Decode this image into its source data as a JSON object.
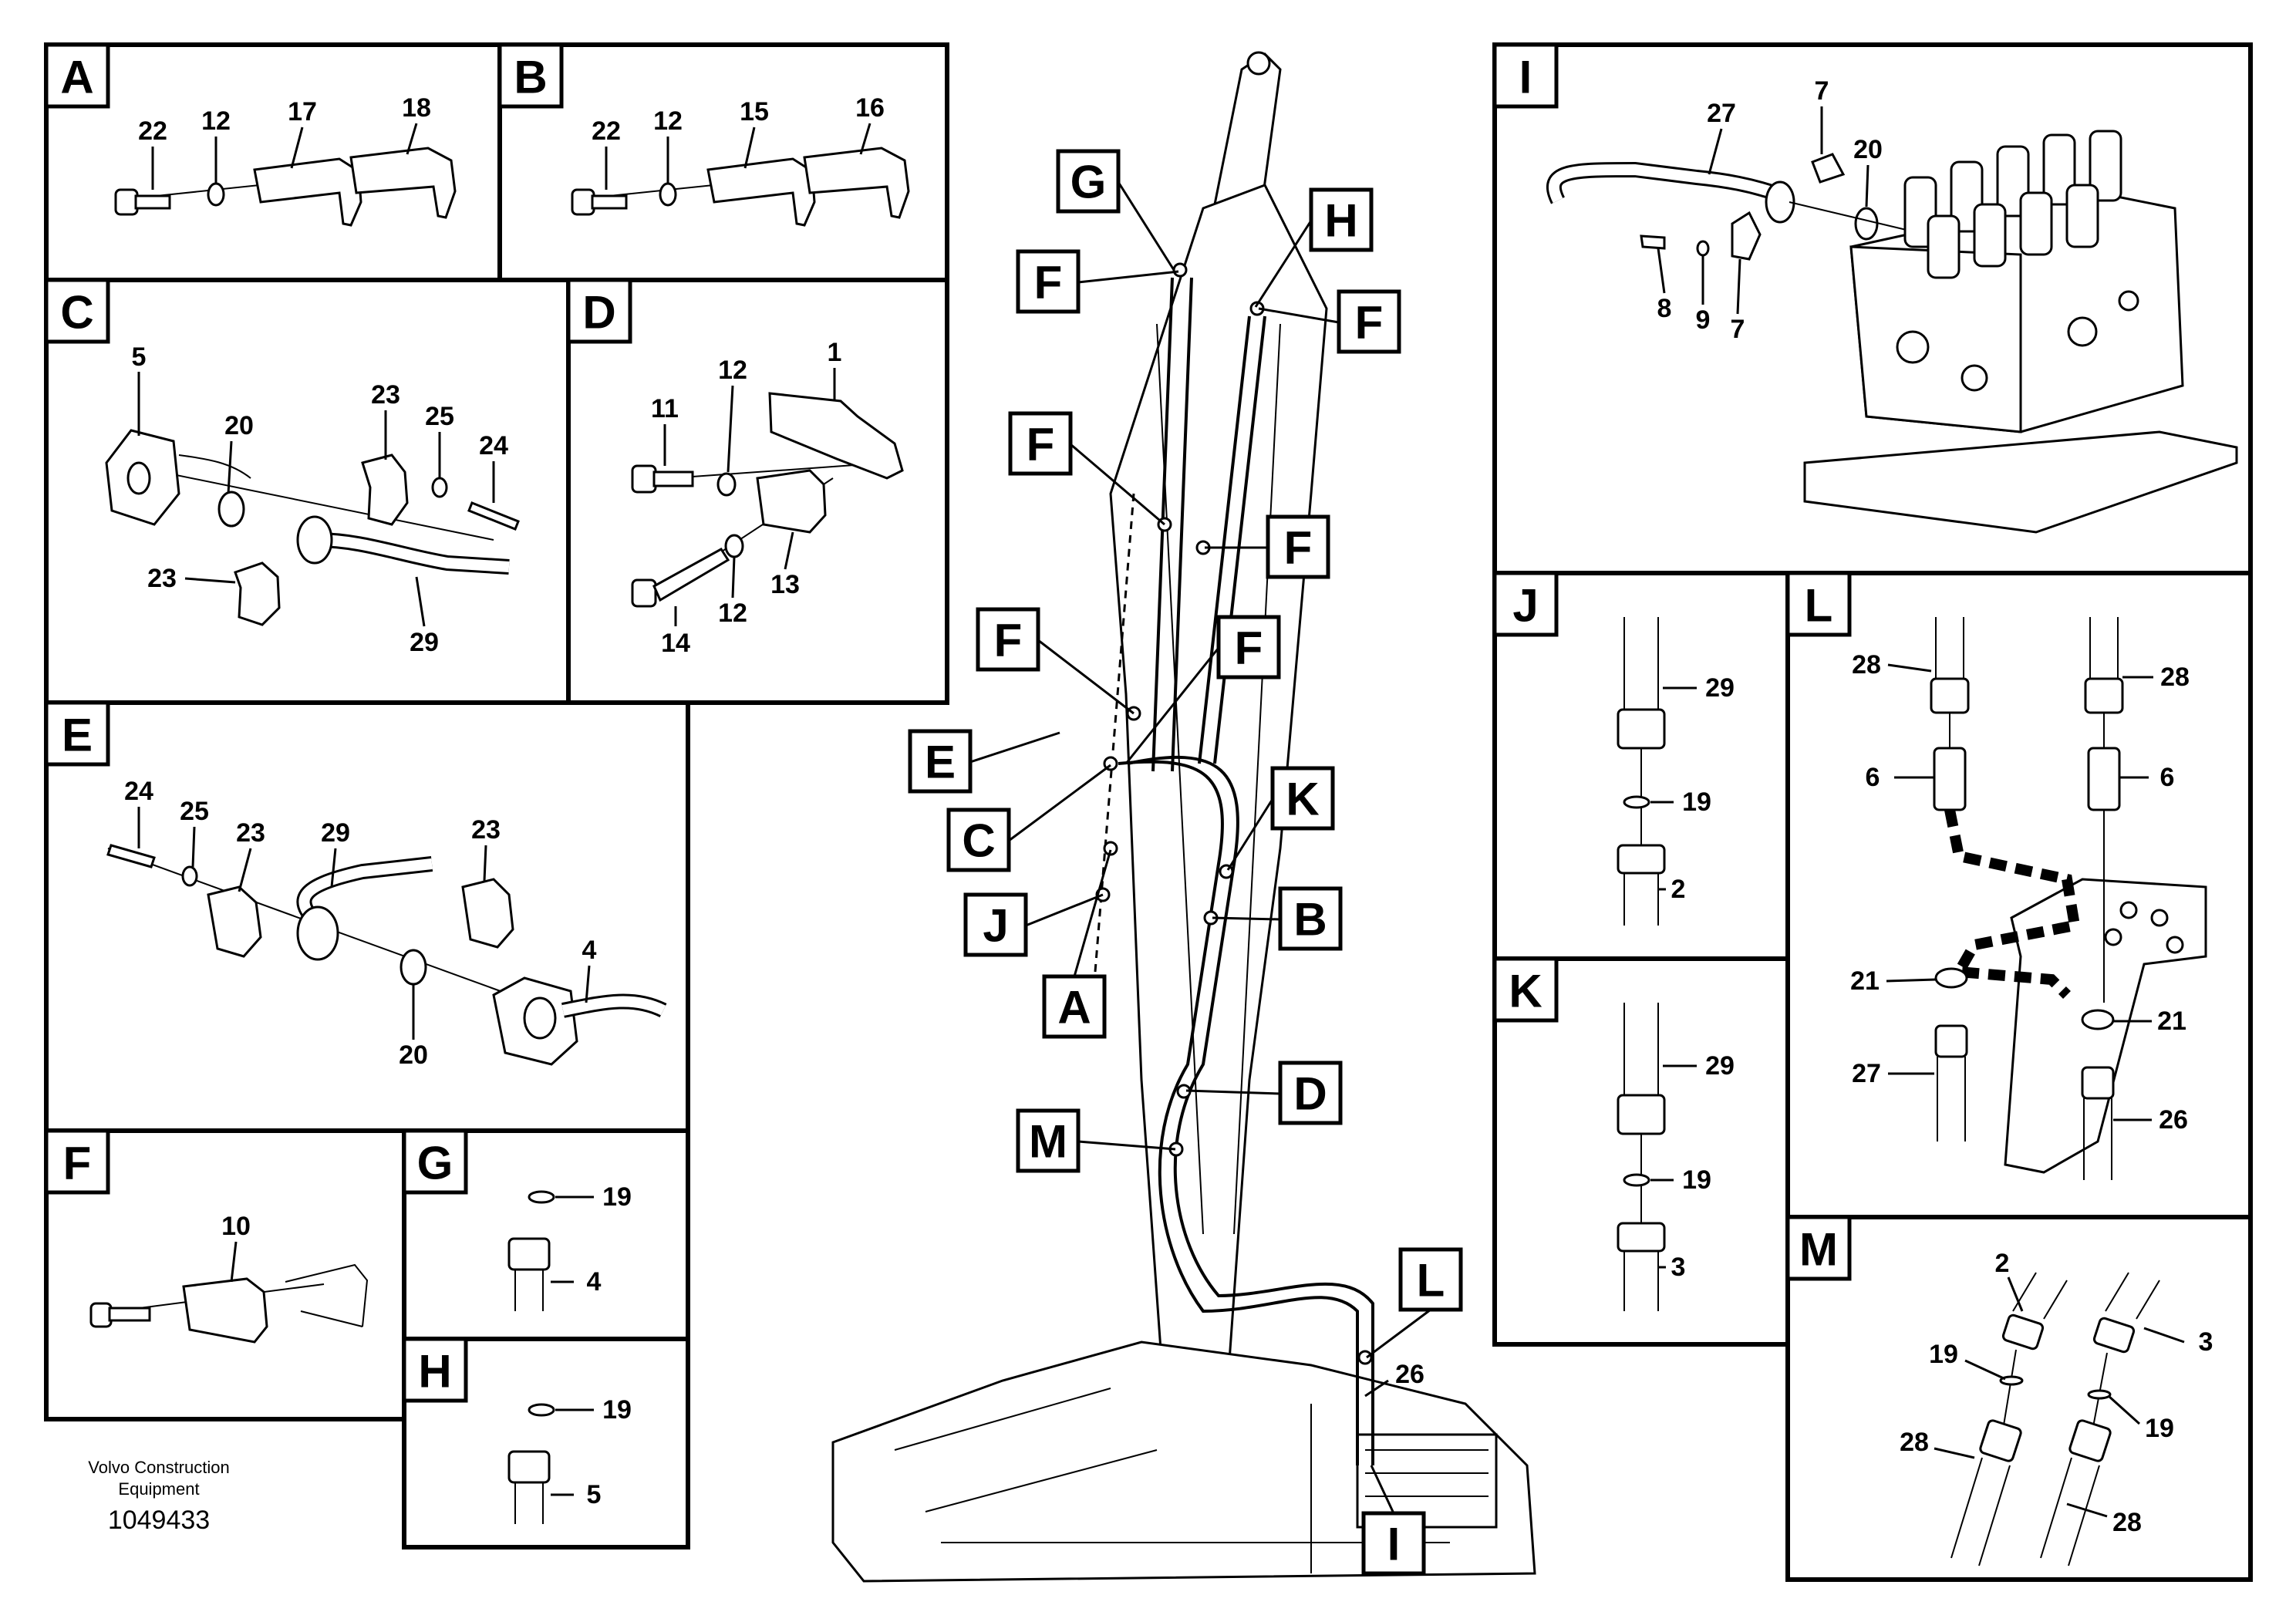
{
  "panels": {
    "A": {
      "label": "A",
      "parts": [
        "22",
        "12",
        "17",
        "18"
      ]
    },
    "B": {
      "label": "B",
      "parts": [
        "22",
        "12",
        "15",
        "16"
      ]
    },
    "C": {
      "label": "C",
      "parts": [
        "5",
        "20",
        "23",
        "25",
        "24",
        "23",
        "29"
      ]
    },
    "D": {
      "label": "D",
      "parts": [
        "12",
        "1",
        "11",
        "12",
        "13",
        "14"
      ]
    },
    "E": {
      "label": "E",
      "parts": [
        "24",
        "25",
        "23",
        "29",
        "23",
        "4",
        "20"
      ]
    },
    "F": {
      "label": "F",
      "parts": [
        "10"
      ]
    },
    "G": {
      "label": "G",
      "parts": [
        "19",
        "4"
      ]
    },
    "H": {
      "label": "H",
      "parts": [
        "19",
        "5"
      ]
    },
    "I": {
      "label": "I",
      "parts": [
        "27",
        "7",
        "20",
        "8",
        "9",
        "7"
      ]
    },
    "J": {
      "label": "J",
      "parts": [
        "29",
        "19",
        "2"
      ]
    },
    "K": {
      "label": "K",
      "parts": [
        "29",
        "19",
        "3"
      ]
    },
    "L": {
      "label": "L",
      "parts": [
        "28",
        "28",
        "6",
        "6",
        "21",
        "21",
        "27",
        "26"
      ]
    },
    "M": {
      "label": "M",
      "parts": [
        "2",
        "3",
        "19",
        "19",
        "28",
        "28"
      ]
    }
  },
  "overview": {
    "callouts": [
      "G",
      "H",
      "F",
      "F",
      "F",
      "F",
      "F",
      "F",
      "E",
      "C",
      "K",
      "B",
      "J",
      "A",
      "D",
      "M",
      "L",
      "I"
    ],
    "part_numbers": [
      "26"
    ]
  },
  "footer": {
    "company_line1": "Volvo Construction",
    "company_line2": "Equipment",
    "drawing_number": "1049433"
  }
}
